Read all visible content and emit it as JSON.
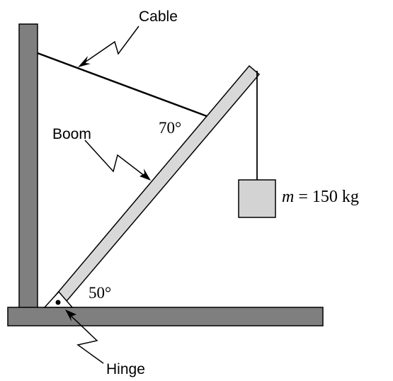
{
  "labels": {
    "cable": "Cable",
    "boom": "Boom",
    "hinge": "Hinge",
    "angle_top": "70°",
    "angle_bottom": "50°",
    "mass_symbol": "m",
    "mass_value": "= 150 kg"
  },
  "colors": {
    "structure_fill": "#7f7f7f",
    "boom_fill": "#d8d8d8",
    "mass_fill": "#d3d3d3",
    "outline": "#000000"
  }
}
